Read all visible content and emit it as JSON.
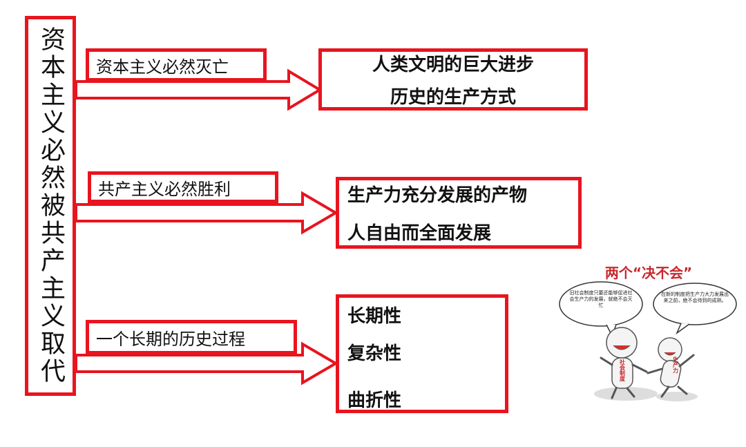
{
  "main_title": "资本主义必然被共产主义取代",
  "branches": [
    {
      "label": "资本主义必然灭亡",
      "target_lines": [
        "人类文明的巨大进步",
        "历史的生产方式"
      ]
    },
    {
      "label": "共产主义必然胜利",
      "target_lines": [
        "生产力充分发展的产物",
        "人自由而全面发展"
      ]
    },
    {
      "label": "一个长期的历史过程",
      "target_lines": [
        "长期性",
        "复杂性",
        "曲折性"
      ]
    }
  ],
  "illustration": {
    "heading": "两个“决不会”",
    "left_bubble": "旧社会制度只要还能够促进社会生产力的发展，就绝不会灭忙",
    "right_bubble": "在新的制度把生产力大力发展出来之前，绝不会待到的成熟。",
    "left_figure_label": "社会制度",
    "right_figure_label": "生产力"
  },
  "colors": {
    "border": "#e8141e",
    "heading": "#c8282d"
  }
}
